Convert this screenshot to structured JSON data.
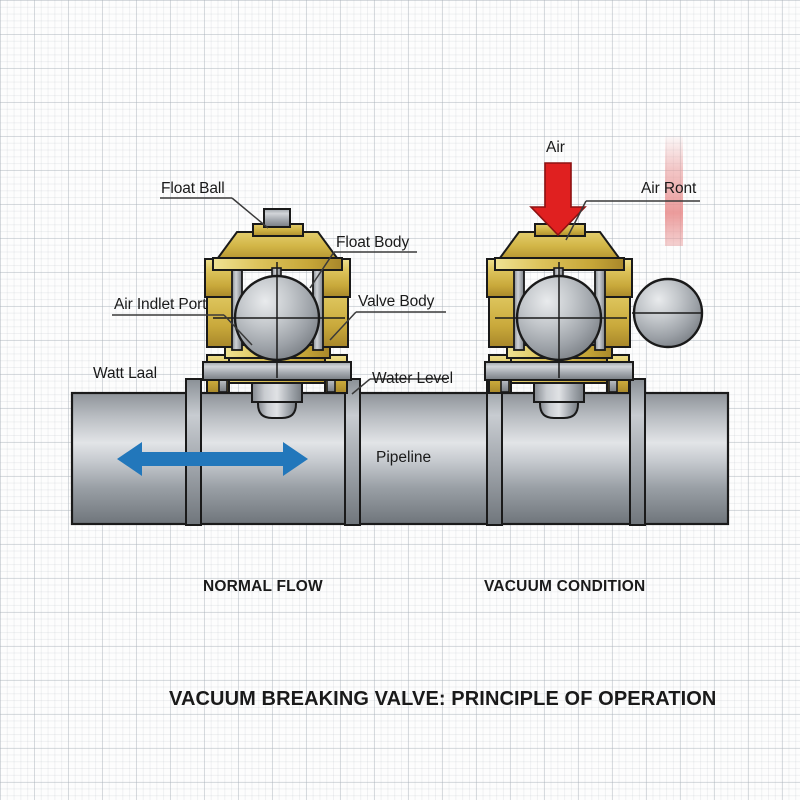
{
  "diagram": {
    "title": "VACUUM BREAKING VALVE: PRINCIPLE OF OPERATION",
    "background_color": "#fdfdfd",
    "grid_color": "#aab2ba"
  },
  "panels": [
    {
      "id": "left",
      "caption": "NORMAL FLOW"
    },
    {
      "id": "right",
      "caption": "VACUUM CONDITION"
    }
  ],
  "callouts": {
    "float_ball": "Float Ball",
    "float_body": "Float Body",
    "air_inlet_port": "Air Indlet Port",
    "valve_body": "Valve Body",
    "watt_laal": "Watt Laal",
    "water_level": "Water Level",
    "pipeline": "Pipeline",
    "air": "Air",
    "air_ront": "Air Ront"
  },
  "colors": {
    "brass_light": "#e8d47a",
    "brass": "#d9bf52",
    "brass_dark": "#b6942c",
    "steel_light": "#d8dade",
    "steel": "#9ba0a6",
    "steel_dark": "#6d7277",
    "flow_arrow_blue": "#2277bb",
    "air_arrow_red": "#e02020",
    "vent_stripe_pink": "#ea9a9a",
    "outline": "#1a1a1a"
  },
  "chart_data": {
    "type": "diagram",
    "title": "VACUUM BREAKING VALVE: PRINCIPLE OF OPERATION",
    "states": [
      {
        "name": "NORMAL FLOW",
        "float_ball_position": "seated-center",
        "flow_direction": "bidirectional",
        "flow_arrow_color": "#2277bb",
        "air_entering": false
      },
      {
        "name": "VACUUM CONDITION",
        "float_ball_position": "dropped-center",
        "air_entering": true,
        "air_arrow_color": "#e02020",
        "vent_stripe_color": "#ea9a9a"
      }
    ]
  }
}
